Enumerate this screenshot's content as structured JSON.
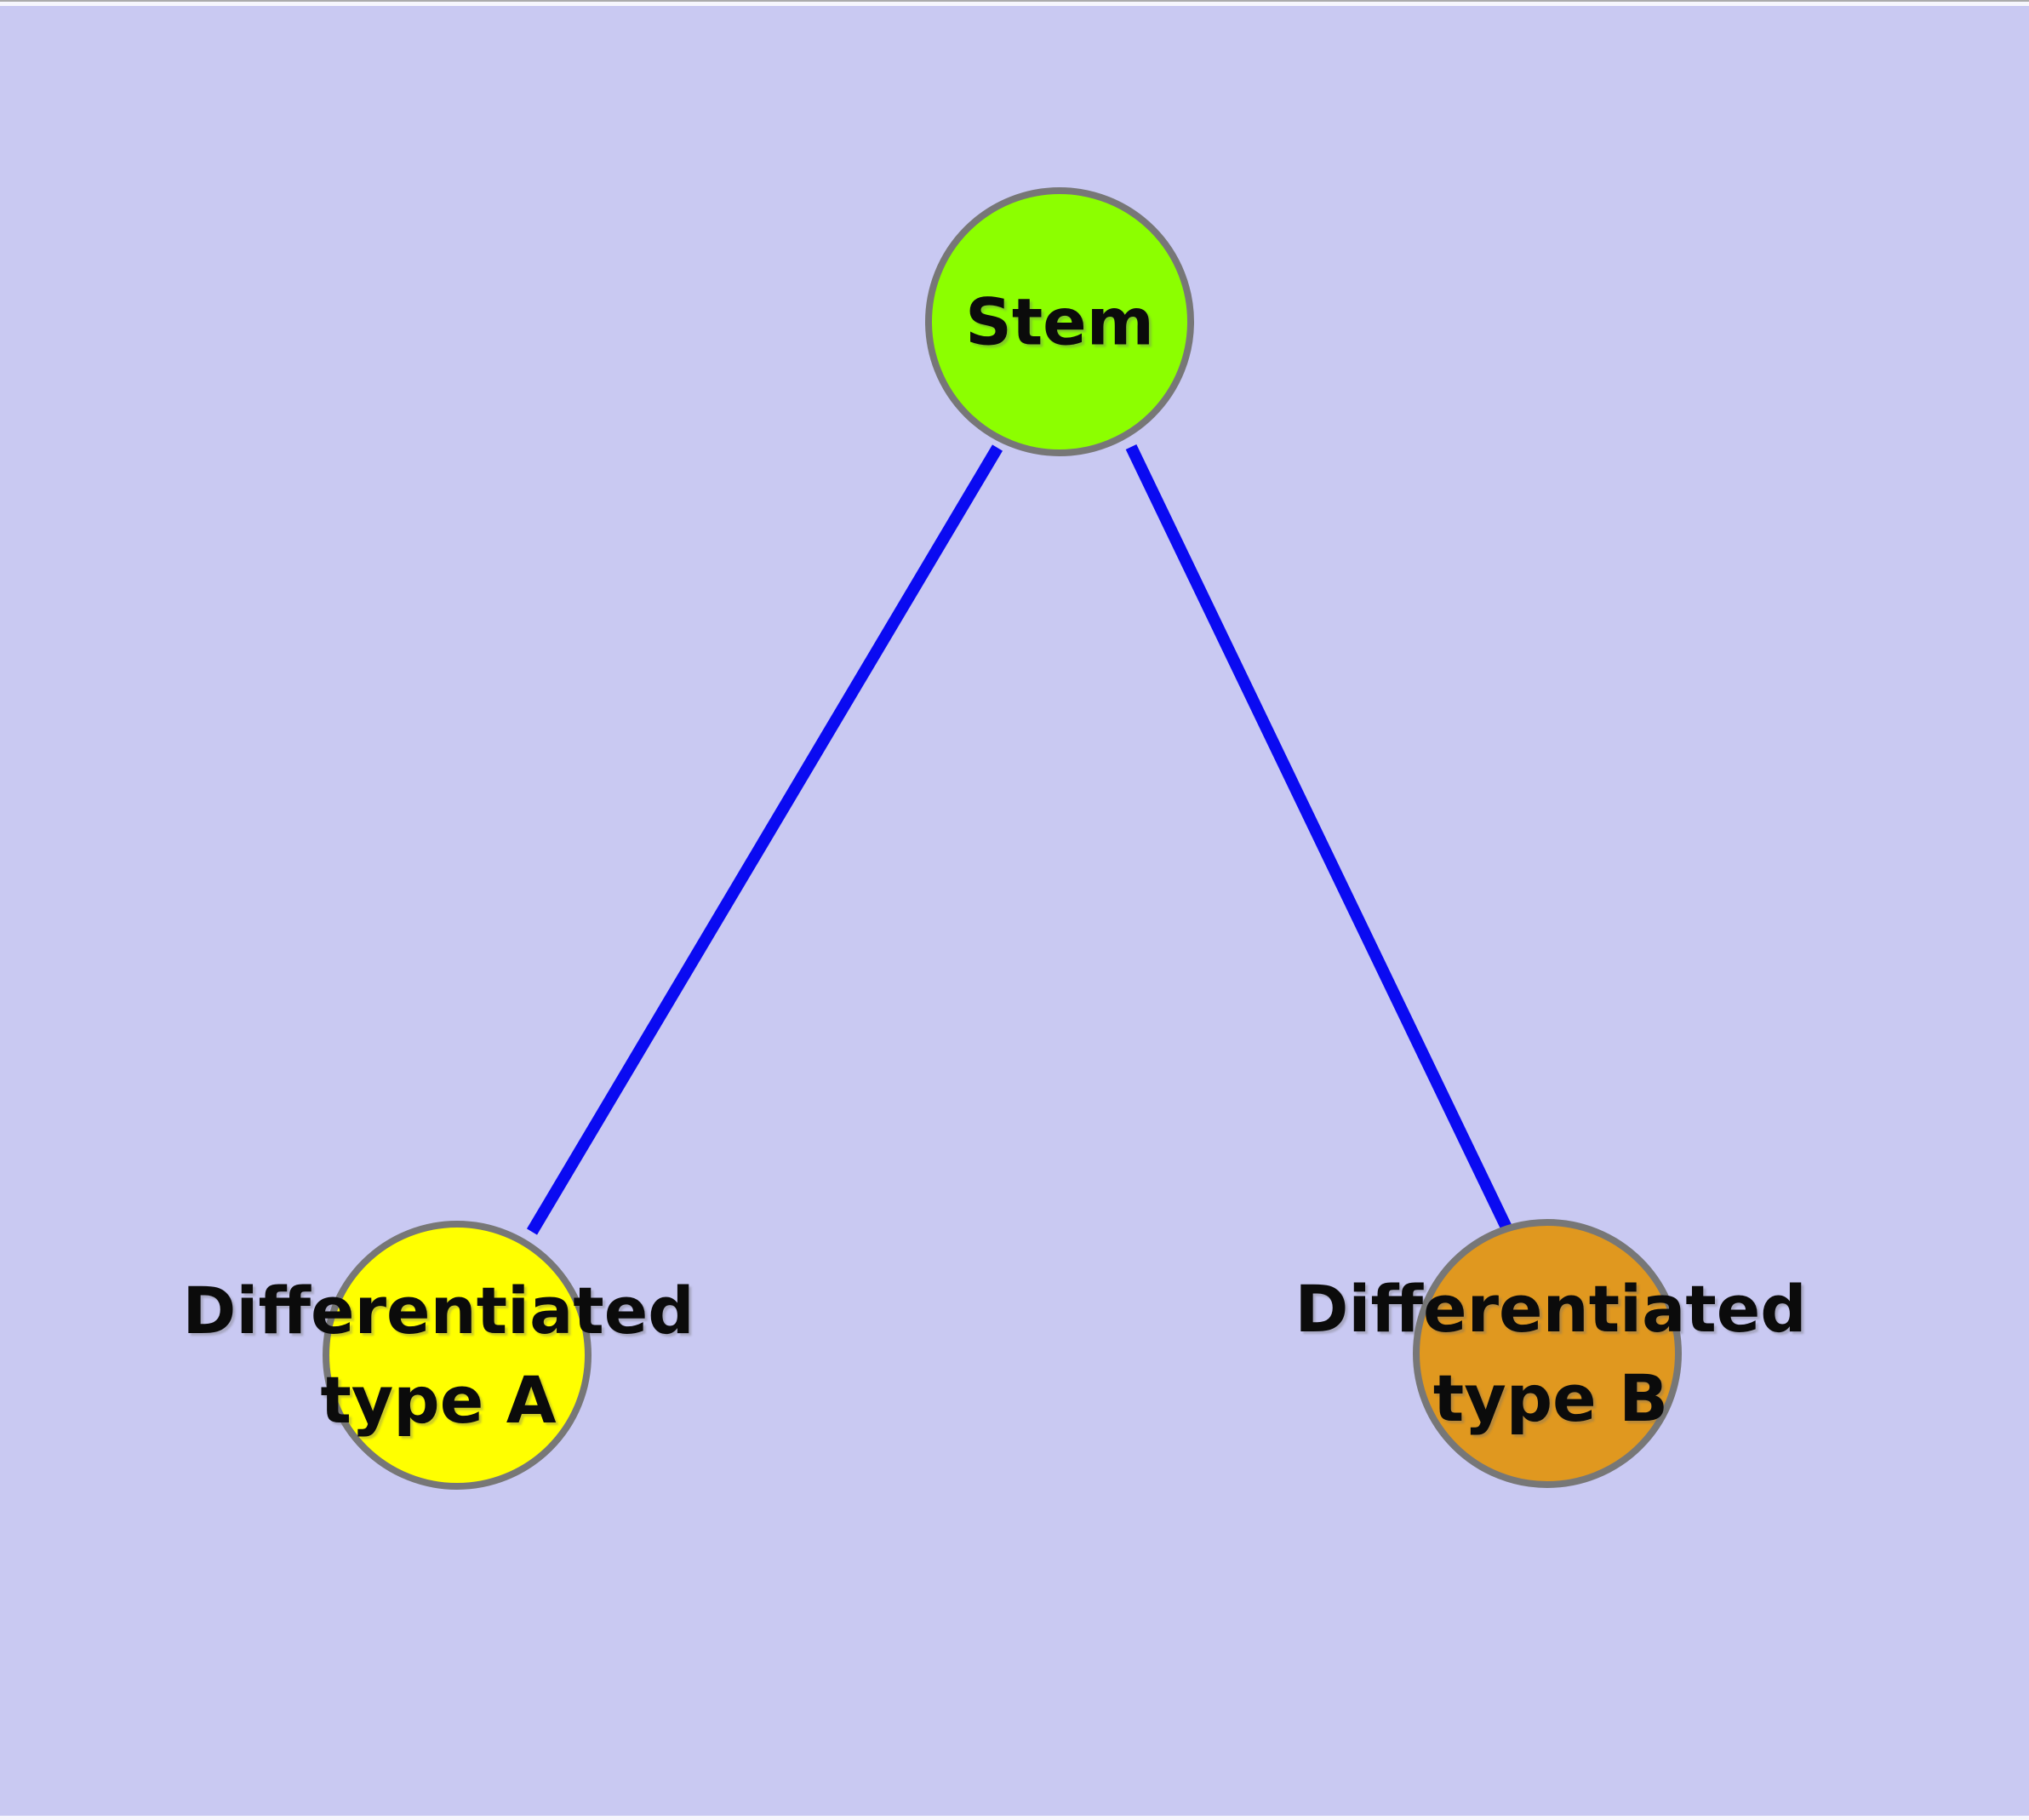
{
  "diagram": {
    "type": "node-link-tree",
    "background_color": "#c9c9f2",
    "edge_color": "#0a0af2",
    "node_border_color": "#777777",
    "text_color": "#0b0b0b",
    "nodes": [
      {
        "id": "stem",
        "label": "Stem",
        "fill": "#8cff00"
      },
      {
        "id": "type-a",
        "label": "Differentiated\ntype A",
        "fill": "#ffff00"
      },
      {
        "id": "type-b",
        "label": "Differentiated\ntype B",
        "fill": "#e0981f"
      }
    ],
    "edges": [
      {
        "from": "stem",
        "to": "type-a"
      },
      {
        "from": "stem",
        "to": "type-b"
      }
    ]
  }
}
